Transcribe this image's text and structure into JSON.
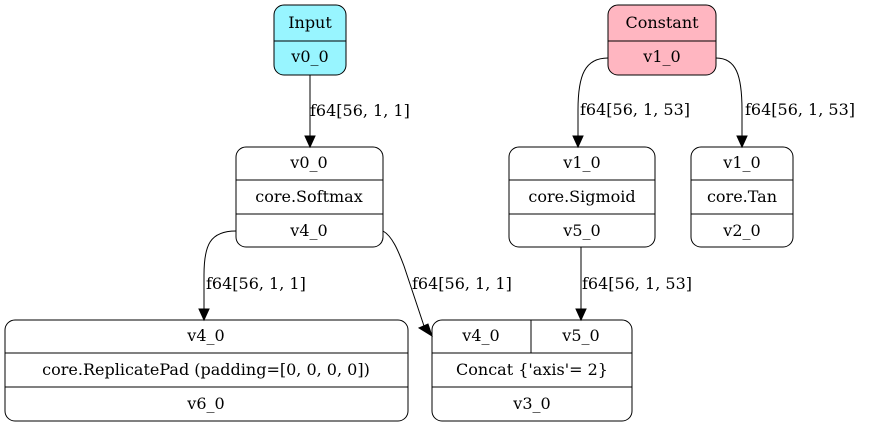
{
  "colors": {
    "input_fill": "#98f5ff",
    "constant_fill": "#ffb6c1",
    "stroke": "#000000",
    "background": "#ffffff"
  },
  "nodes": {
    "input": {
      "title": "Input",
      "output": "v0_0"
    },
    "constant": {
      "title": "Constant",
      "output": "v1_0"
    },
    "softmax": {
      "input": "v0_0",
      "op": "core.Softmax",
      "output": "v4_0"
    },
    "sigmoid": {
      "input": "v1_0",
      "op": "core.Sigmoid",
      "output": "v5_0"
    },
    "tan": {
      "input": "v1_0",
      "op": "core.Tan",
      "output": "v2_0"
    },
    "replicatepad": {
      "input": "v4_0",
      "op": "core.ReplicatePad (padding=[0, 0, 0, 0])",
      "output": "v6_0"
    },
    "concat": {
      "input_a": "v4_0",
      "input_b": "v5_0",
      "op": "Concat {'axis'= 2}",
      "output": "v3_0"
    }
  },
  "edges": {
    "input_to_softmax": "f64[56, 1, 1]",
    "constant_to_sigmoid": "f64[56, 1, 53]",
    "constant_to_tan": "f64[56, 1, 53]",
    "softmax_to_replicatepad": "f64[56, 1, 1]",
    "softmax_to_concat": "f64[56, 1, 1]",
    "sigmoid_to_concat": "f64[56, 1, 53]"
  }
}
